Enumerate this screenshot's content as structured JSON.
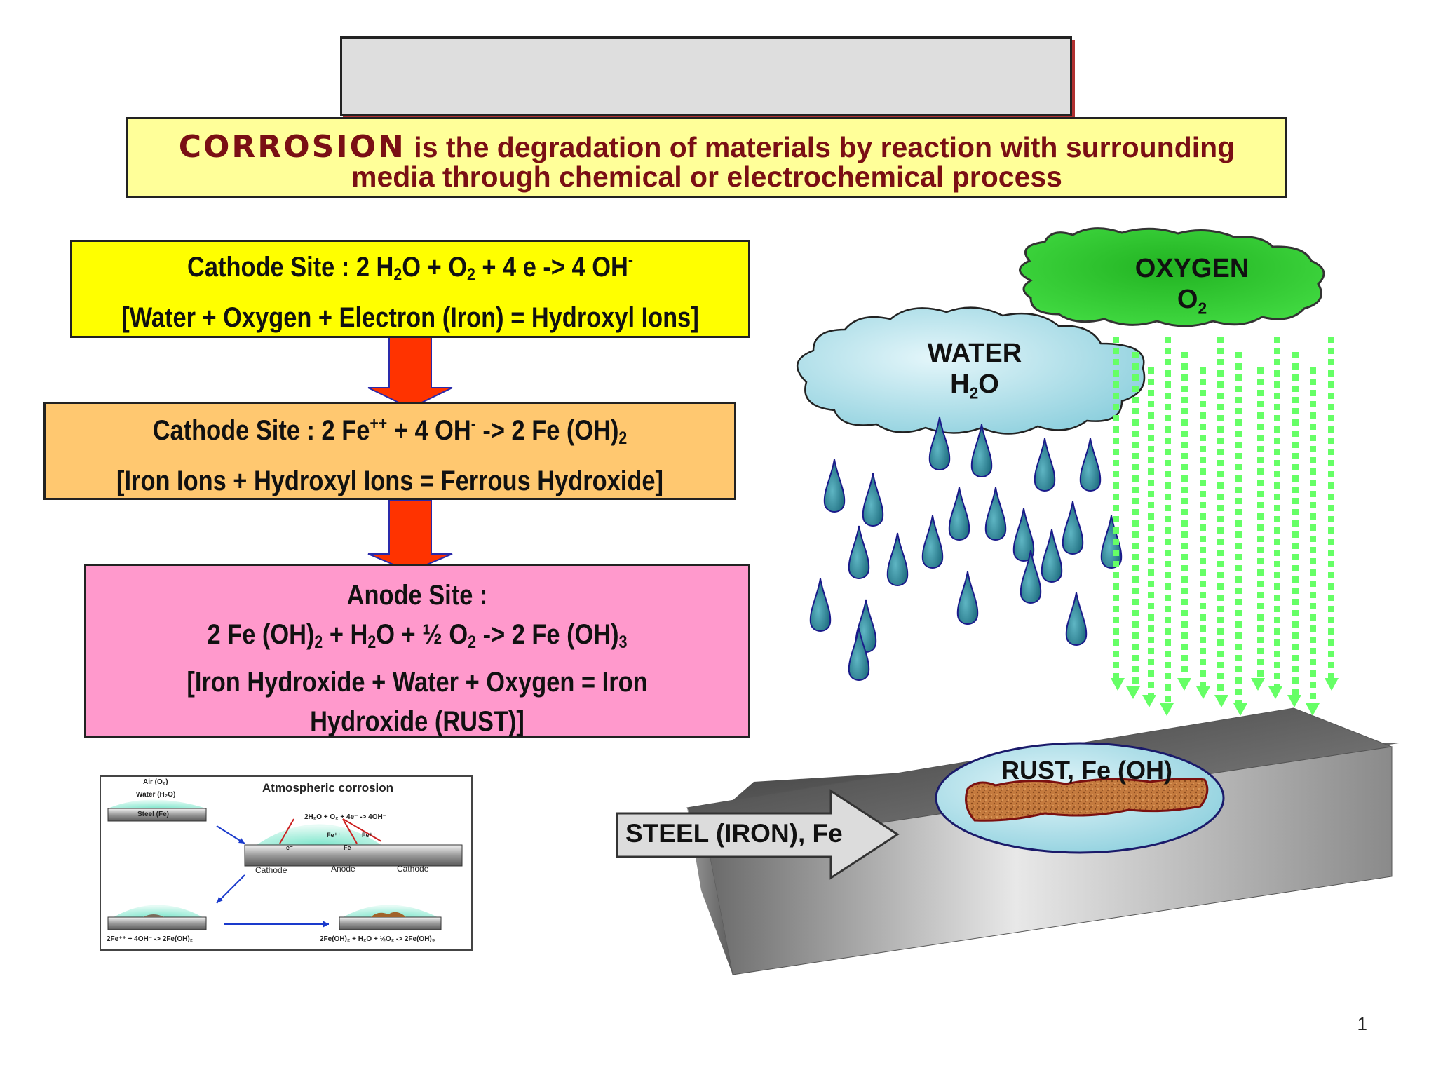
{
  "definition": {
    "keyword": "CORROSION",
    "line1_rest": "is the degradation of materials by reaction with surrounding",
    "line2": "media through chemical or electrochemical process"
  },
  "step1": {
    "eq_prefix": "Cathode Site : 2 H",
    "eq_sub1": "2",
    "eq_mid1": "O + O",
    "eq_sub2": "2",
    "eq_mid2": " + 4 e -> 4 OH",
    "eq_sup": "-",
    "words": "[Water + Oxygen + Electron (Iron) = Hydroxyl Ions]"
  },
  "step2": {
    "eq_prefix": "Cathode Site : 2 Fe",
    "eq_sup1": "++",
    "eq_mid1": " + 4 OH",
    "eq_sup2": "-",
    "eq_mid2": " -> 2 Fe (OH)",
    "eq_sub": "2",
    "words": "[Iron Ions + Hydroxyl Ions = Ferrous Hydroxide]"
  },
  "step3": {
    "heading": "Anode Site :",
    "eq_a": "2 Fe (OH)",
    "eq_sub1": "2",
    "eq_b": " + H",
    "eq_sub2": "2",
    "eq_c": "O + ½ O",
    "eq_sub3": "2",
    "eq_d": "  ->  2 Fe (OH)",
    "eq_sub4": "3",
    "words_line1": "[Iron Hydroxide + Water + Oxygen  =  Iron",
    "words_line2": "Hydroxide (RUST)]"
  },
  "clouds": {
    "water_label": "WATER",
    "water_formula_a": "H",
    "water_formula_sub": "2",
    "water_formula_b": "O",
    "oxygen_label": "OXYGEN",
    "oxygen_formula_a": "O",
    "oxygen_formula_sub": "2"
  },
  "steel": {
    "label": "STEEL (IRON), Fe",
    "rust_label": "RUST, Fe (OH)"
  },
  "inset": {
    "title": "Atmospheric corrosion",
    "air": "Air (O₂)",
    "water": "Water (H₂O)",
    "steel": "Steel (Fe)",
    "reaction_top": "2H₂O + O₂ + 4e⁻ -> 4OH⁻",
    "fe_ion_1": "Fe⁺⁺",
    "fe_ion_2": "Fe⁺⁺",
    "fe": "Fe",
    "electron": "e⁻",
    "cathode_left": "Cathode",
    "anode": "Anode",
    "cathode_right": "Cathode",
    "reaction_bl": "2Fe⁺⁺ + 4OH⁻ -> 2Fe(OH)₂",
    "reaction_br": "2Fe(OH)₂ + H₂O + ½O₂ -> 2Fe(OH)₃"
  },
  "page_number": "1",
  "colors": {
    "definition_bg": "#ffff99",
    "definition_text": "#7a0f14",
    "step1_bg": "#ffff00",
    "step2_bg": "#ffc870",
    "step3_bg": "#ff99cc",
    "flow_arrow": "#ff3300",
    "oxygen_cloud": "#33cc33",
    "water_cloud": "#aee0ea",
    "oxygen_particles": "#66ff66",
    "water_drops": "#2f8a9c"
  }
}
